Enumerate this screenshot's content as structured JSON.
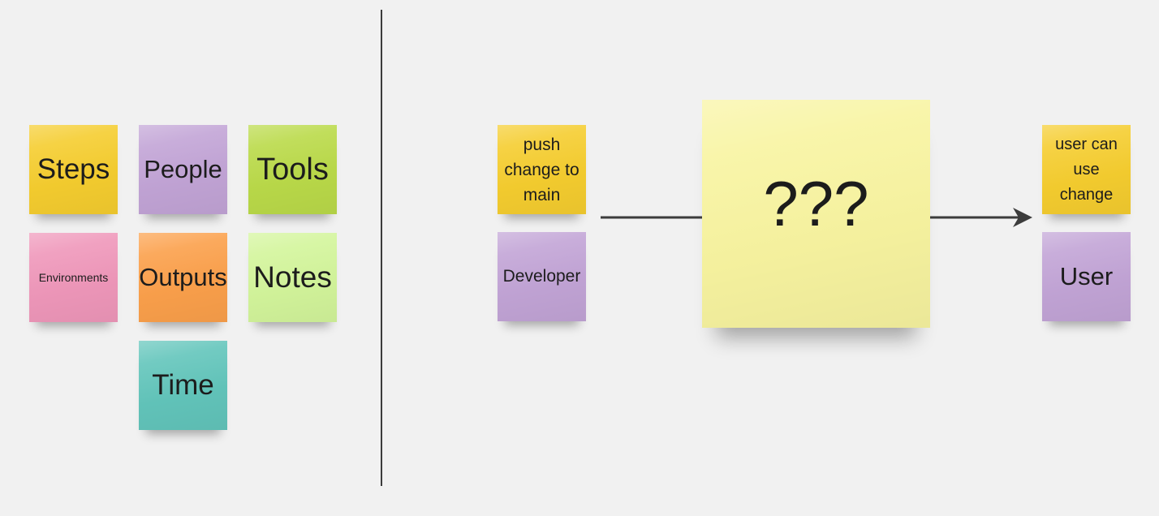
{
  "board": {
    "background": "#f1f1f1",
    "text_color": "#1c1c1c",
    "divider_color": "#3c3c3c",
    "arrow_color": "#3c3c3c"
  },
  "category_notes": {
    "steps": {
      "label": "Steps",
      "color": "#f5cd2f"
    },
    "people": {
      "label": "People",
      "color": "#c2a4d6"
    },
    "tools": {
      "label": "Tools",
      "color": "#bada49"
    },
    "environments": {
      "label": "Environments",
      "color": "#ef97ba"
    },
    "outputs": {
      "label": "Outputs",
      "color": "#fba04b"
    },
    "notes": {
      "label": "Notes",
      "color": "#d3f59b"
    },
    "time": {
      "label": "Time",
      "color": "#62c5bb"
    }
  },
  "flow": {
    "action_note": {
      "label": "push change to main",
      "color": "#f5cd2f"
    },
    "actor_note": {
      "label": "Developer",
      "color": "#c2a4d6"
    },
    "mystery_note": {
      "label": "???",
      "color": "#f8f4a0"
    },
    "outcome_note": {
      "label": "user can use change",
      "color": "#f5cd2f"
    },
    "outcome_actor_note": {
      "label": "User",
      "color": "#c2a4d6"
    }
  }
}
